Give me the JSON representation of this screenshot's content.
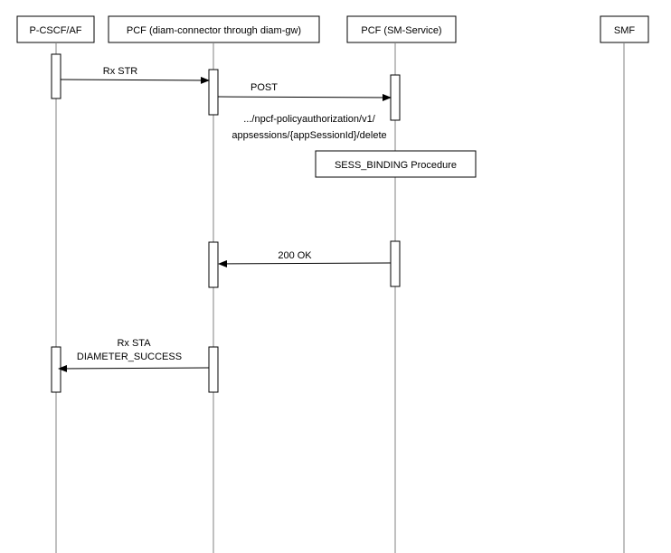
{
  "participants": [
    {
      "id": "pcscf",
      "label": "P-CSCF/AF"
    },
    {
      "id": "pcf_diam",
      "label": "PCF (diam-connector through diam-gw)"
    },
    {
      "id": "pcf_sm",
      "label": "PCF (SM-Service)"
    },
    {
      "id": "smf",
      "label": "SMF"
    }
  ],
  "messages": [
    {
      "id": "rx-str",
      "label": "Rx STR"
    },
    {
      "id": "post",
      "label": "POST",
      "detail_lines": [
        ".../npcf-policyauthorization/v1/",
        "appsessions/{appSessionId}/delete"
      ]
    },
    {
      "id": "ok200",
      "label": "200 OK"
    },
    {
      "id": "rx-sta",
      "label": "Rx STA",
      "label2": "DIAMETER_SUCCESS"
    }
  ],
  "procedure": {
    "label": "SESS_BINDING Procedure"
  },
  "colors": {
    "line": "#000000",
    "lifeline": "#808080",
    "box_fill": "#ffffff"
  }
}
